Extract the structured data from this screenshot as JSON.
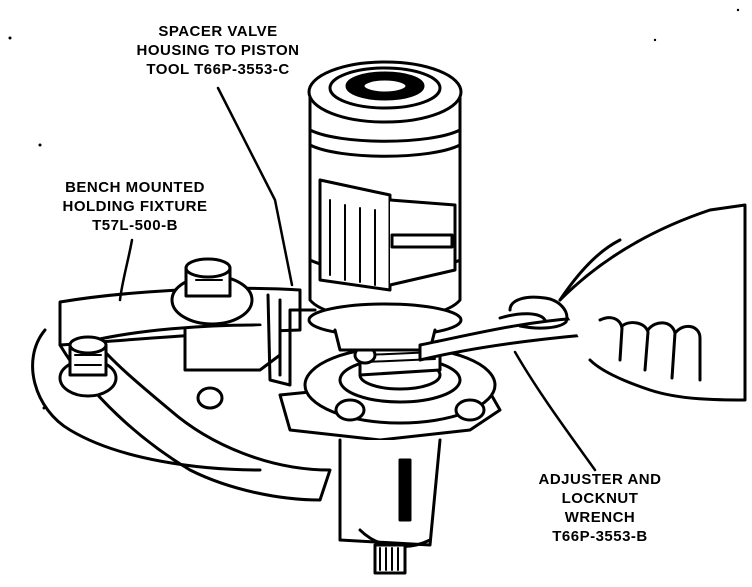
{
  "labels": {
    "spacer": {
      "lines": [
        "SPACER VALVE",
        "HOUSING TO PISTON",
        "TOOL T66P-3553-C"
      ]
    },
    "fixture": {
      "lines": [
        "BENCH MOUNTED",
        "HOLDING FIXTURE",
        "T57L-500-B"
      ]
    },
    "wrench": {
      "lines": [
        "ADJUSTER AND",
        "LOCKNUT",
        "WRENCH",
        "T66P-3553-B"
      ]
    }
  },
  "colors": {
    "ink": "#000000",
    "paper": "#ffffff"
  }
}
